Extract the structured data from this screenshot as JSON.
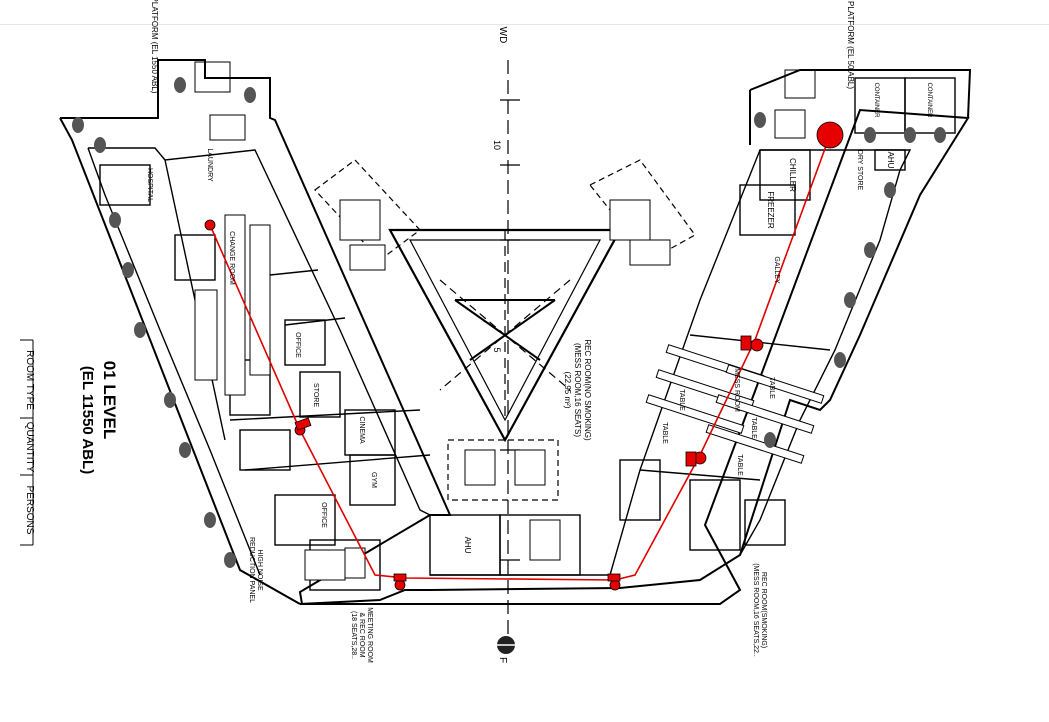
{
  "title": "01 LEVEL",
  "subtitle": "(EL 11550 ABL)",
  "table_headers": [
    "ROOM TYPE",
    "QUANTITY",
    "PERSONS"
  ],
  "north_label": "WD",
  "north_label_bottom": "F",
  "top_left_note": "PLATFORM (EL 1550 ABL)",
  "top_right_note": "PLATFORM (EL 50 ABL)",
  "grid_labels": [
    "10",
    "5"
  ],
  "rooms": {
    "hospital": "HOSPITAL",
    "laundry": "LAUNDRY",
    "change_room": "CHANGE ROOM",
    "office": "OFFICE",
    "store": "STORE",
    "cinema": "CINEMA",
    "gym": "GYM",
    "ahu": "AHU",
    "chiller": "CHILLER",
    "freezer": "FREEZER",
    "dry_store": "DRY STORE",
    "galley": "GALLEY",
    "mess_room": "MESS ROOM",
    "table": "TABLE",
    "container": "CONTAINER",
    "rec_room_central": "REC ROOM(NO SMOKING)",
    "rec_room_central_2": "(MESS ROOM,16 SEATS)",
    "rec_room_central_3": "(22.95 m²)",
    "rec_room_right": "REC ROOM(SMOKING)",
    "rec_room_right_2": "(MESS ROOM,16 SEATS,22..",
    "meeting_room": "MEETING ROOM",
    "meeting_room_2": "& REC ROOM",
    "meeting_room_3": "(18 SEATS,28..",
    "high_noise": "HIGH NOISE",
    "high_noise_2": "REDUCTION PANEL"
  },
  "colors": {
    "line": "#000000",
    "route": "#e00000",
    "marker": "#e60000"
  }
}
